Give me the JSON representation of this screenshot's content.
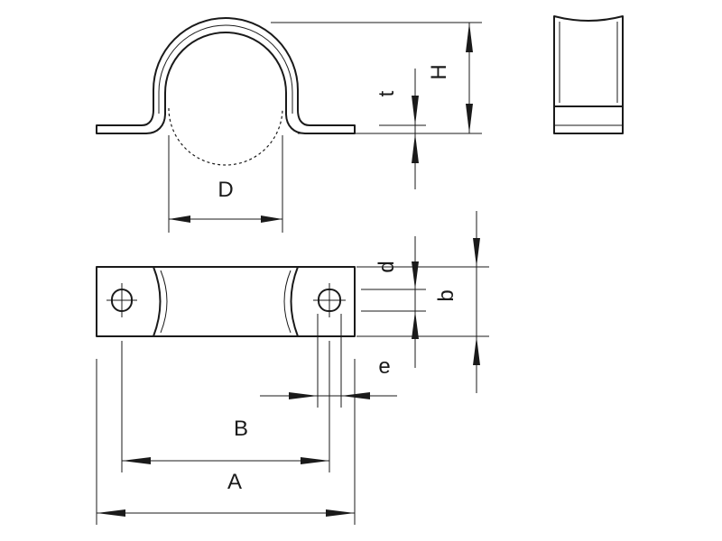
{
  "labels": {
    "D": "D",
    "H": "H",
    "t": "t",
    "d": "d",
    "b": "b",
    "e": "e",
    "B": "B",
    "A": "A"
  },
  "colors": {
    "line": "#1a1a1a",
    "background": "#ffffff"
  }
}
